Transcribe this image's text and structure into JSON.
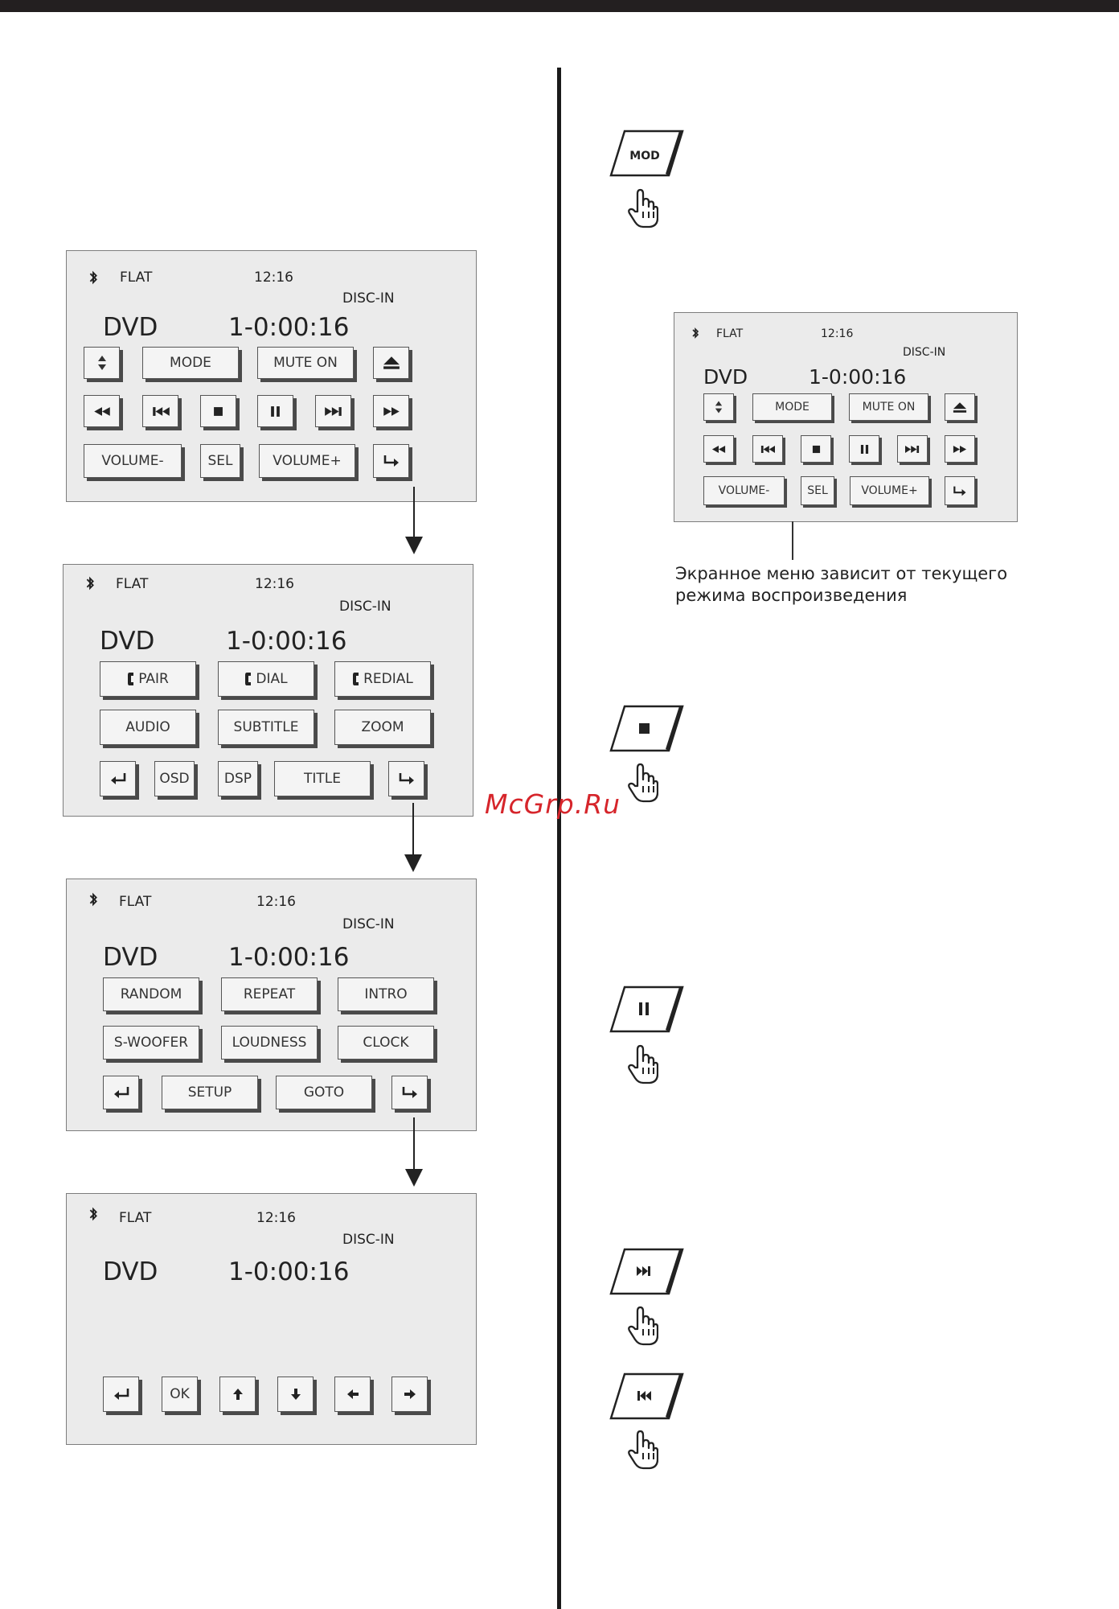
{
  "watermark": "McGrp.Ru",
  "status": {
    "eq": "FLAT",
    "clock": "12:16",
    "disc": "DISC-IN",
    "source": "DVD",
    "track_time": "1-0:00:16"
  },
  "panel1": {
    "mode": "MODE",
    "mute": "MUTE ON",
    "volume_down": "VOLUME-",
    "sel": "SEL",
    "volume_up": "VOLUME+"
  },
  "panel2": {
    "pair": "PAIR",
    "dial": "DIAL",
    "redial": "REDIAL",
    "audio": "AUDIO",
    "subtitle": "SUBTITLE",
    "zoom": "ZOOM",
    "osd": "OSD",
    "dsp": "DSP",
    "title": "TITLE"
  },
  "panel3": {
    "random": "RANDOM",
    "repeat": "REPEAT",
    "intro": "INTRO",
    "swoofer": "S-WOOFER",
    "loudness": "LOUDNESS",
    "clock": "CLOCK",
    "setup": "SETUP",
    "goto": "GOTO"
  },
  "panel4": {
    "ok": "OK"
  },
  "side": {
    "mod_key": "MOD",
    "caption_line1": "Экранное меню зависит от текущего",
    "caption_line2": "режима воспроизведения"
  },
  "icons": [
    "bluetooth-icon",
    "up-down-icon",
    "eject-icon",
    "rewind-icon",
    "previous-track-icon",
    "stop-icon",
    "pause-icon",
    "next-track-icon",
    "fast-forward-icon",
    "next-page-icon",
    "back-icon",
    "phone-icon",
    "up-arrow-icon",
    "down-arrow-icon",
    "left-arrow-icon",
    "right-arrow-icon",
    "pointing-hand-icon"
  ],
  "colors": {
    "panel_bg": "#ebebeb",
    "watermark": "#d6252b",
    "ink": "#1a1a1a"
  }
}
